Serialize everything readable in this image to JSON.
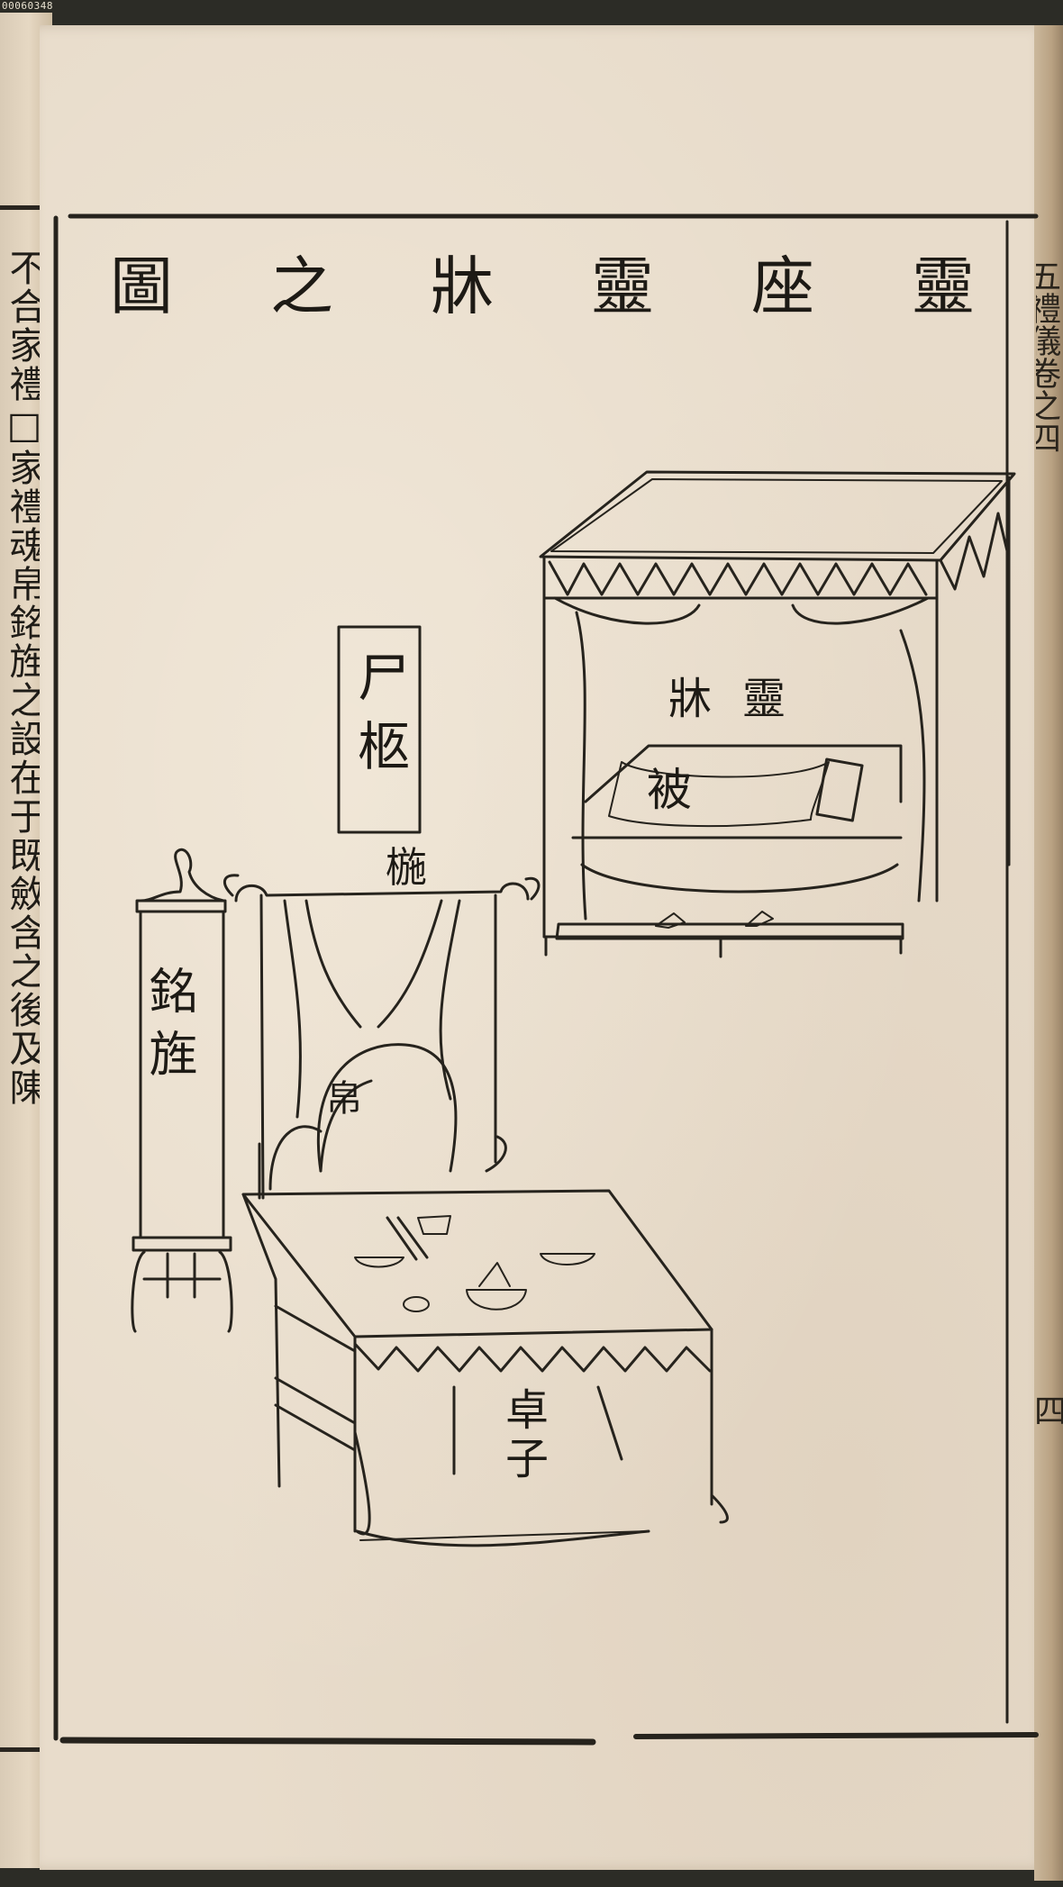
{
  "scan": {
    "id": "00060348"
  },
  "left_page": {
    "column_text": "不合家禮□家禮魂帛銘旌之設在于既斂含之後及陳"
  },
  "title": {
    "chars": [
      "靈",
      "座",
      "靈",
      "牀",
      "之",
      "圖"
    ]
  },
  "labels": {
    "corpse_frame": "尸柩",
    "spirit_bed": "靈牀",
    "quilt": "被",
    "canopy_chair": "椸",
    "silk_effigy": "帛",
    "banner": "銘旌",
    "table": "卓子"
  },
  "right_edge": {
    "chars": "五禮儀卷之四",
    "folio": "四"
  }
}
